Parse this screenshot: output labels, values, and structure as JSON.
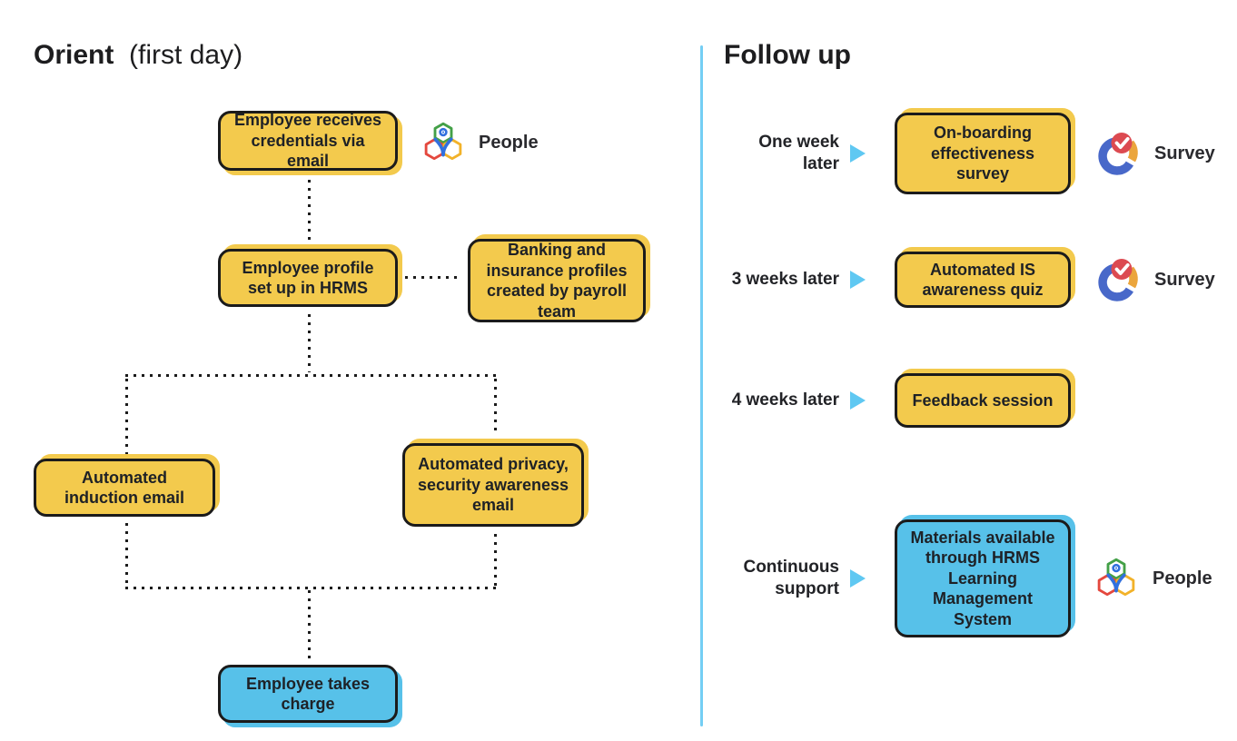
{
  "orient": {
    "title": "Orient",
    "title_suffix": "(first day)",
    "boxes": {
      "credentials": "Employee receives credentials via email",
      "profile": "Employee profile set up in HRMS",
      "banking": "Banking and insurance profiles created by payroll team",
      "induction": "Automated induction email",
      "privacy": "Automated privacy, security awareness email",
      "takes_charge": "Employee takes charge"
    },
    "app_label": "People"
  },
  "followup": {
    "title": "Follow up",
    "rows": [
      {
        "when": "One week later",
        "label": "On-boarding effectiveness survey",
        "app": "Survey"
      },
      {
        "when": "3 weeks later",
        "label": "Automated IS awareness quiz",
        "app": "Survey"
      },
      {
        "when": "4 weeks later",
        "label": "Feedback session",
        "app": ""
      },
      {
        "when": "Continuous support",
        "label": "Materials available through HRMS Learning Management System",
        "app": "People"
      }
    ]
  },
  "colors": {
    "box_yellow": "#F3CA4D",
    "box_blue": "#57C1E9",
    "accent_light_blue": "#5FC8F2",
    "outline_black": "#1B1B1B",
    "people_green": "#43A047",
    "people_red": "#E4483E",
    "people_yellow": "#F2B229",
    "people_blue": "#3170DE",
    "survey_blue": "#4868C9",
    "survey_red": "#DC4A51",
    "survey_orange": "#EBA53C"
  }
}
